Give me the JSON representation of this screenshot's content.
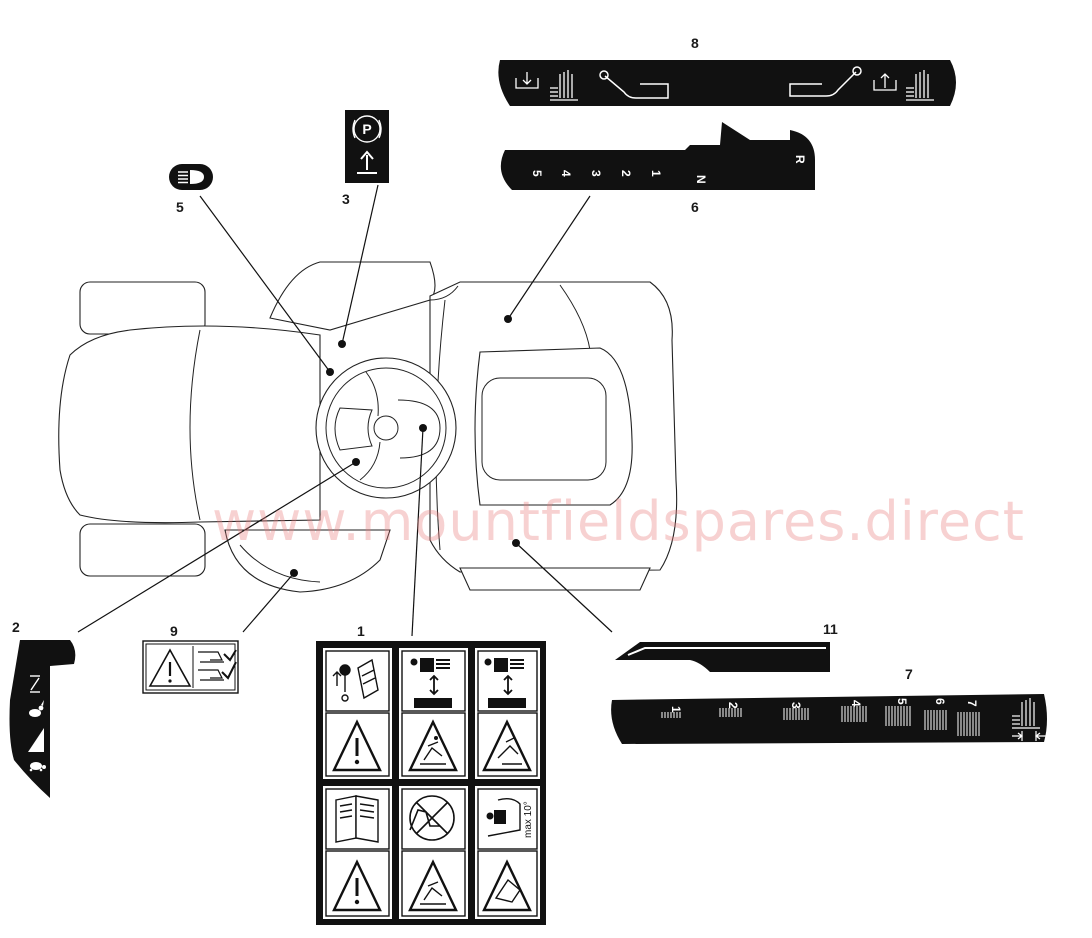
{
  "callouts": {
    "c1": "1",
    "c2": "2",
    "c3": "3",
    "c5": "5",
    "c6": "6",
    "c7": "7",
    "c8": "8",
    "c9": "9",
    "c11": "11"
  },
  "gear_decal": {
    "gears": [
      "5",
      "4",
      "3",
      "2",
      "1",
      "N",
      "R"
    ]
  },
  "height_decal": {
    "levels": [
      "1",
      "2",
      "3",
      "4",
      "5",
      "6",
      "7"
    ]
  },
  "parking_decal": {
    "symbol": "P"
  },
  "safety_decal": {
    "max_slope": "max 10°"
  },
  "watermark": "www.mountfieldspares.direct"
}
